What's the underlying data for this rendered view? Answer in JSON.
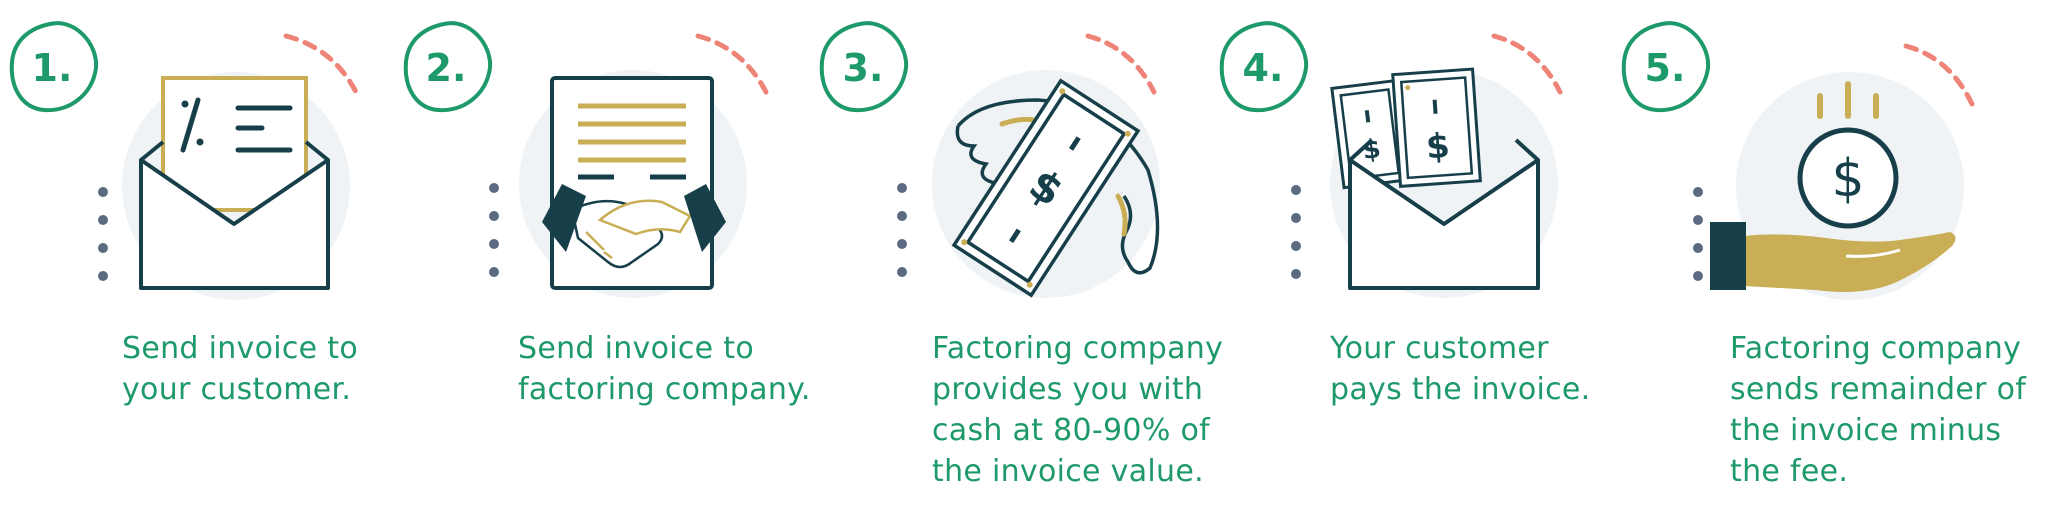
{
  "colors": {
    "green": "#1e9a6a",
    "navy": "#173f4a",
    "gold": "#c9ae55",
    "coral": "#ee8478",
    "dot": "#5b6a80",
    "circle_bg": "#f0f3f6"
  },
  "steps": [
    {
      "number": "1.",
      "description": "Send invoice to your customer.",
      "icon": "envelope-with-invoice-icon"
    },
    {
      "number": "2.",
      "description": "Send invoice to factoring company.",
      "icon": "handshake-document-icon"
    },
    {
      "number": "3.",
      "description": "Factoring company provides you with cash at 80-90% of the invoice value.",
      "icon": "flying-cash-icon"
    },
    {
      "number": "4.",
      "description": "Your customer pays the invoice.",
      "icon": "envelope-with-cash-icon"
    },
    {
      "number": "5.",
      "description": "Factoring company sends remainder of the invoice minus the fee.",
      "icon": "hand-with-coin-icon"
    }
  ]
}
